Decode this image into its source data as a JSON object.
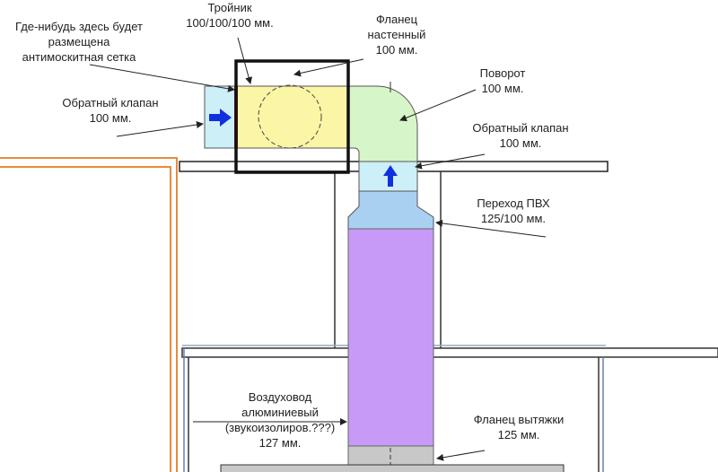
{
  "labels": {
    "mesh": [
      "Где-нибудь здесь будет",
      "размещена",
      "антимоскитная сетка"
    ],
    "tee": [
      "Тройник",
      "100/100/100 мм."
    ],
    "wall_flange": [
      "Фланец",
      "настенный",
      "100 мм."
    ],
    "elbow": [
      "Поворот",
      "100 мм."
    ],
    "check_valve_left": [
      "Обратный клапан",
      "100 мм."
    ],
    "check_valve_right": [
      "Обратный клапан",
      "100 мм."
    ],
    "transition": [
      "Переход ПВХ",
      "125/100 мм."
    ],
    "duct": [
      "Воздуховод",
      "алюминиевый",
      "(звукоизолиров.???)",
      "127 мм."
    ],
    "hood_flange": [
      "Фланец вытяжки",
      "125 мм."
    ]
  },
  "colors": {
    "check_valve": "#cdeff7",
    "tee": "#fbf6a6",
    "elbow": "#d6f5c8",
    "transition": "#a9d0f0",
    "duct": "#c89af7",
    "flange": "#c8c8c8",
    "mesh": "#e01010",
    "arrow": "#1030e0",
    "cabinet": "#e88a3c"
  }
}
